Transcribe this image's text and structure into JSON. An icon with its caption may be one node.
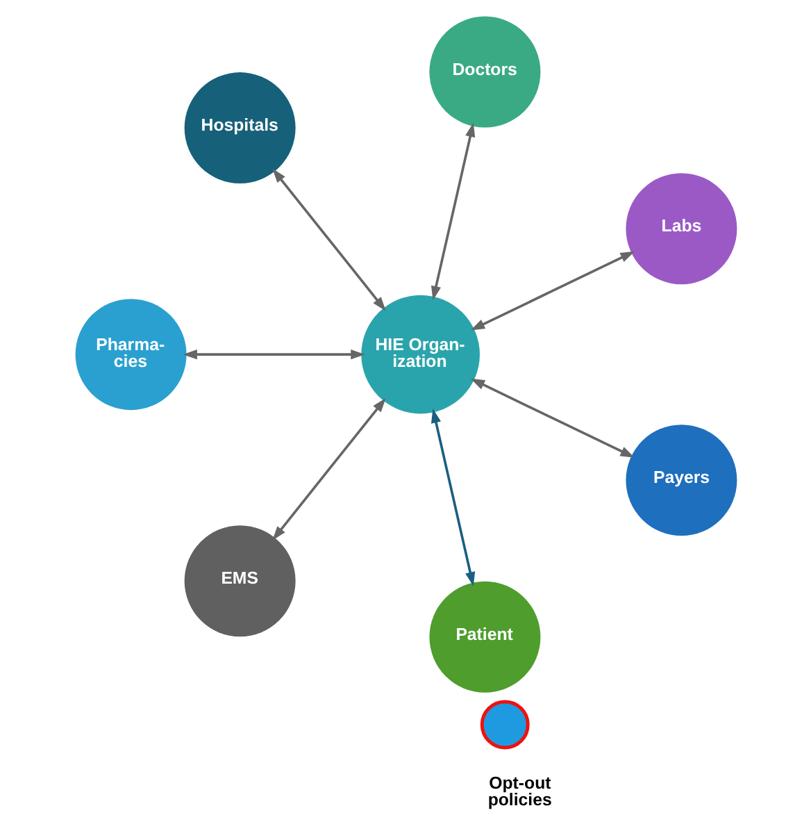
{
  "diagram": {
    "nodes": [
      {
        "text": [
          "Hospitals"
        ]
      },
      {
        "text": [
          "Doctors"
        ]
      },
      {
        "text": [
          "Pharma- cies"
        ]
      },
      {
        "text": [
          "Labs"
        ]
      },
      {
        "text": [
          "HIE Organ- ization"
        ]
      },
      {
        "text": [
          "EMS"
        ]
      },
      {
        "text": [
          "Payers"
        ]
      },
      {
        "text": [
          "Patient"
        ]
      },
      {
        "text": [],
        "shape": "circle",
        "beside": [
          "Opt-out policies"
        ]
      }
    ],
    "edges": [
      {
        "from": 4,
        "to": 0,
        "arrow": "both"
      },
      {
        "from": 4,
        "to": 1,
        "arrow": "both"
      },
      {
        "from": 4,
        "to": 3,
        "arrow": "both"
      },
      {
        "from": 4,
        "to": 6,
        "arrow": "both"
      },
      {
        "from": 4,
        "to": 7,
        "arrow": "both",
        "color": "#1a5f82"
      },
      {
        "from": 4,
        "to": 5,
        "arrow": "both"
      },
      {
        "from": 4,
        "to": 2,
        "arrow": "both"
      }
    ]
  }
}
